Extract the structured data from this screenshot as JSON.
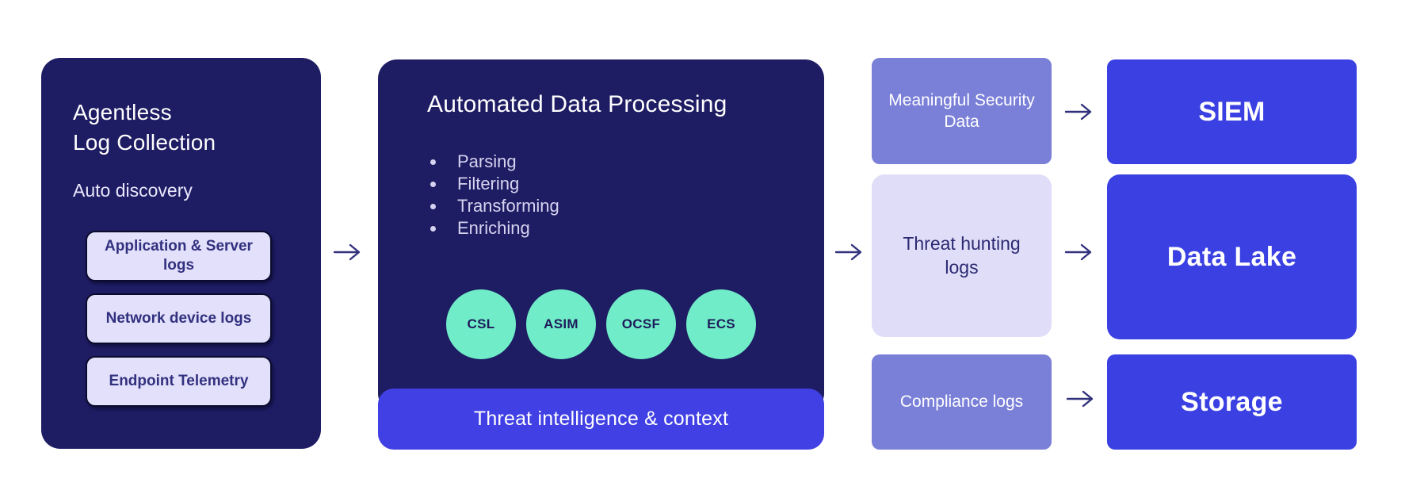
{
  "palette": {
    "navy": "#1e1c63",
    "destination_blue": "#3a40e2",
    "banner_blue": "#4140e4",
    "purple": "#7a7fd8",
    "lavender": "#e0ddf8",
    "mint": "#70edc8",
    "arrow": "#32317c"
  },
  "collection": {
    "title_line1": "Agentless",
    "title_line2": "Log Collection",
    "subtitle": "Auto discovery",
    "sources": [
      "Application & Server logs",
      "Network device logs",
      "Endpoint Telemetry"
    ]
  },
  "processing": {
    "title": "Automated Data Processing",
    "steps": [
      "Parsing",
      "Filtering",
      "Transforming",
      "Enriching"
    ],
    "schemas": [
      "CSL",
      "ASIM",
      "OCSF",
      "ECS"
    ],
    "banner": "Threat intelligence & context"
  },
  "outputs": [
    {
      "label": "Meaningful Security Data"
    },
    {
      "label": "Threat hunting logs"
    },
    {
      "label": "Compliance logs"
    }
  ],
  "destinations": [
    {
      "label": "SIEM"
    },
    {
      "label": "Data Lake"
    },
    {
      "label": "Storage"
    }
  ]
}
